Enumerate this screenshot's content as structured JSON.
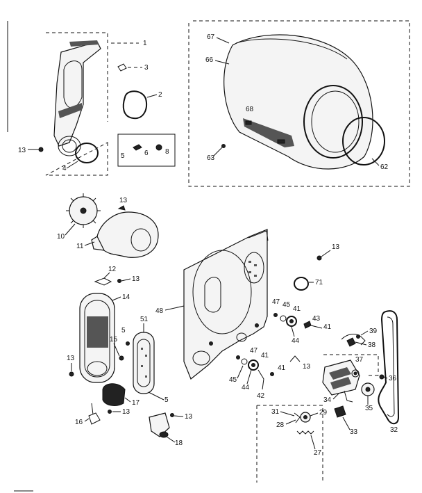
{
  "labels": {
    "p1": "1",
    "p2": "2",
    "p3": "3",
    "p4": "4",
    "p5a": "5",
    "p6": "6",
    "p8": "8",
    "p13a": "13",
    "p10": "10",
    "p11": "11",
    "p13b": "13",
    "p12": "12",
    "p13c": "13",
    "p14": "14",
    "p5b": "5",
    "p15": "15",
    "p51": "51",
    "p13d": "13",
    "p5c": "5",
    "p17": "17",
    "p16": "16",
    "p13e": "13",
    "p13f": "13",
    "p18": "18",
    "p67": "67",
    "p66": "66",
    "p68": "68",
    "p63": "63",
    "p62": "62",
    "p13g": "13",
    "p71": "71",
    "p48": "48",
    "p47a": "47",
    "p45a": "45",
    "p41a": "41",
    "p43": "43",
    "p41b": "41",
    "p44a": "44",
    "p39": "39",
    "p38": "38",
    "p13h": "13",
    "p47b": "47",
    "p41c": "41",
    "p45b": "45",
    "p44b": "44",
    "p41d": "41",
    "p42": "42",
    "p37": "37",
    "p36": "36",
    "p34": "34",
    "p35": "35",
    "p32": "32",
    "p31": "31",
    "p28": "28",
    "p29": "29",
    "p33": "33",
    "p27": "27"
  }
}
